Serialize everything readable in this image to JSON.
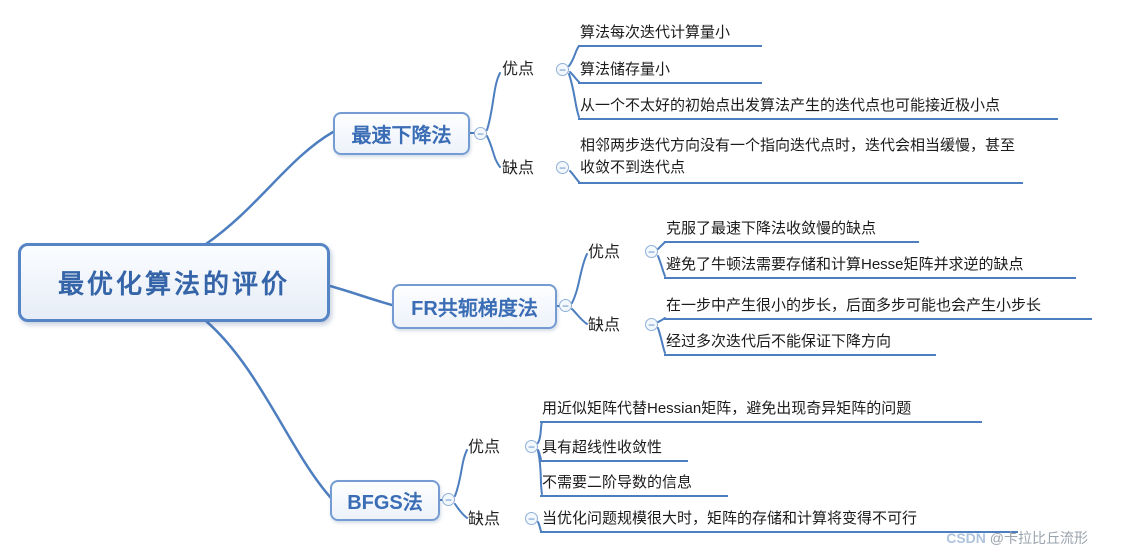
{
  "root": {
    "label": "最优化算法的评价"
  },
  "branches": [
    {
      "label": "最速下降法",
      "pros_label": "优点",
      "cons_label": "缺点",
      "pros": [
        "算法每次迭代计算量小",
        "算法储存量小",
        "从一个不太好的初始点出发算法产生的迭代点也可能接近极小点"
      ],
      "cons": [
        "相邻两步迭代方向没有一个指向迭代点时，迭代会相当缓慢，甚至收敛不到迭代点"
      ]
    },
    {
      "label": "FR共轭梯度法",
      "pros_label": "优点",
      "cons_label": "缺点",
      "pros": [
        "克服了最速下降法收敛慢的缺点",
        "避免了牛顿法需要存储和计算Hesse矩阵并求逆的缺点"
      ],
      "cons": [
        "在一步中产生很小的步长，后面多步可能也会产生小步长",
        "经过多次迭代后不能保证下降方向"
      ]
    },
    {
      "label": "BFGS法",
      "pros_label": "优点",
      "cons_label": "缺点",
      "pros": [
        "用近似矩阵代替Hessian矩阵，避免出现奇异矩阵的问题",
        "具有超线性收敛性",
        "不需要二阶导数的信息"
      ],
      "cons": [
        "当优化问题规模很大时，矩阵的存储和计算将变得不可行"
      ]
    }
  ],
  "icons": {
    "collapse_glyph": "−"
  },
  "colors": {
    "accent": "#4d7ebf",
    "node_text": "#3a6db5",
    "leaf_text": "#1b1b1b"
  },
  "watermark": {
    "brand": "CSDN",
    "user": "@卡拉比丘流形"
  }
}
